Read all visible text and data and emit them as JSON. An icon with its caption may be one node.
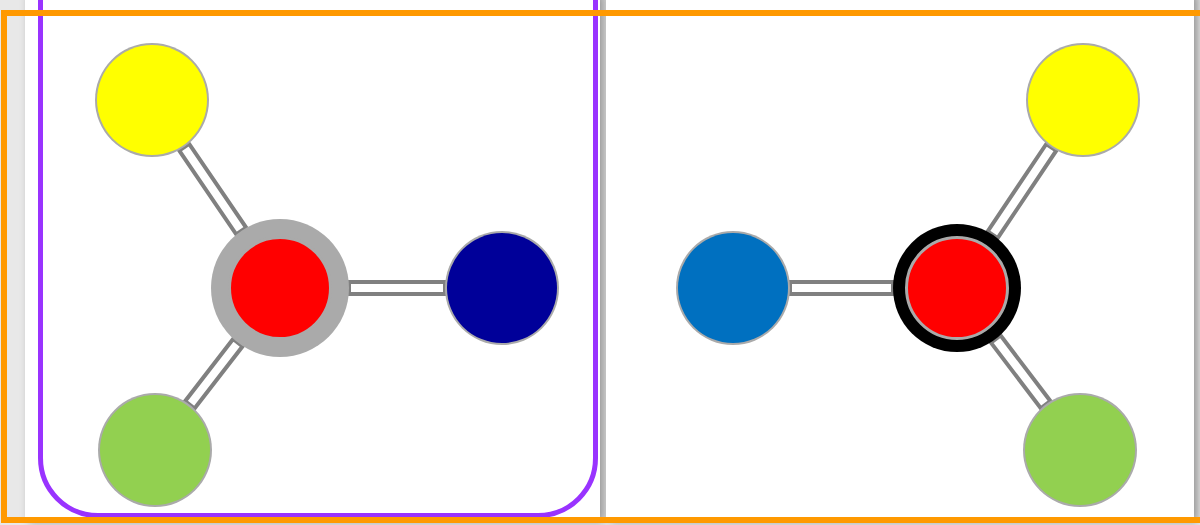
{
  "diagram": {
    "nodes": [
      {
        "text": [],
        "shape": "box"
      },
      {
        "text": [],
        "shape": "circle",
        "in": 0
      },
      {
        "text": [],
        "shape": "circle",
        "in": 0
      },
      {
        "text": [],
        "shape": "circle",
        "in": 0
      },
      {
        "text": [],
        "shape": "circle",
        "in": 0
      },
      {
        "text": [],
        "shape": "circle"
      },
      {
        "text": [],
        "shape": "circle"
      },
      {
        "text": [],
        "shape": "circle"
      },
      {
        "text": [],
        "shape": "circle"
      }
    ],
    "edges": [
      {
        "from": 1,
        "to": 2,
        "arrow": "none"
      },
      {
        "from": 2,
        "to": 3,
        "arrow": "none"
      },
      {
        "from": 2,
        "to": 4,
        "arrow": "none"
      },
      {
        "from": 5,
        "to": 7,
        "arrow": "none"
      },
      {
        "from": 6,
        "to": 7,
        "arrow": "none"
      },
      {
        "from": 7,
        "to": 8,
        "arrow": "none"
      }
    ]
  }
}
